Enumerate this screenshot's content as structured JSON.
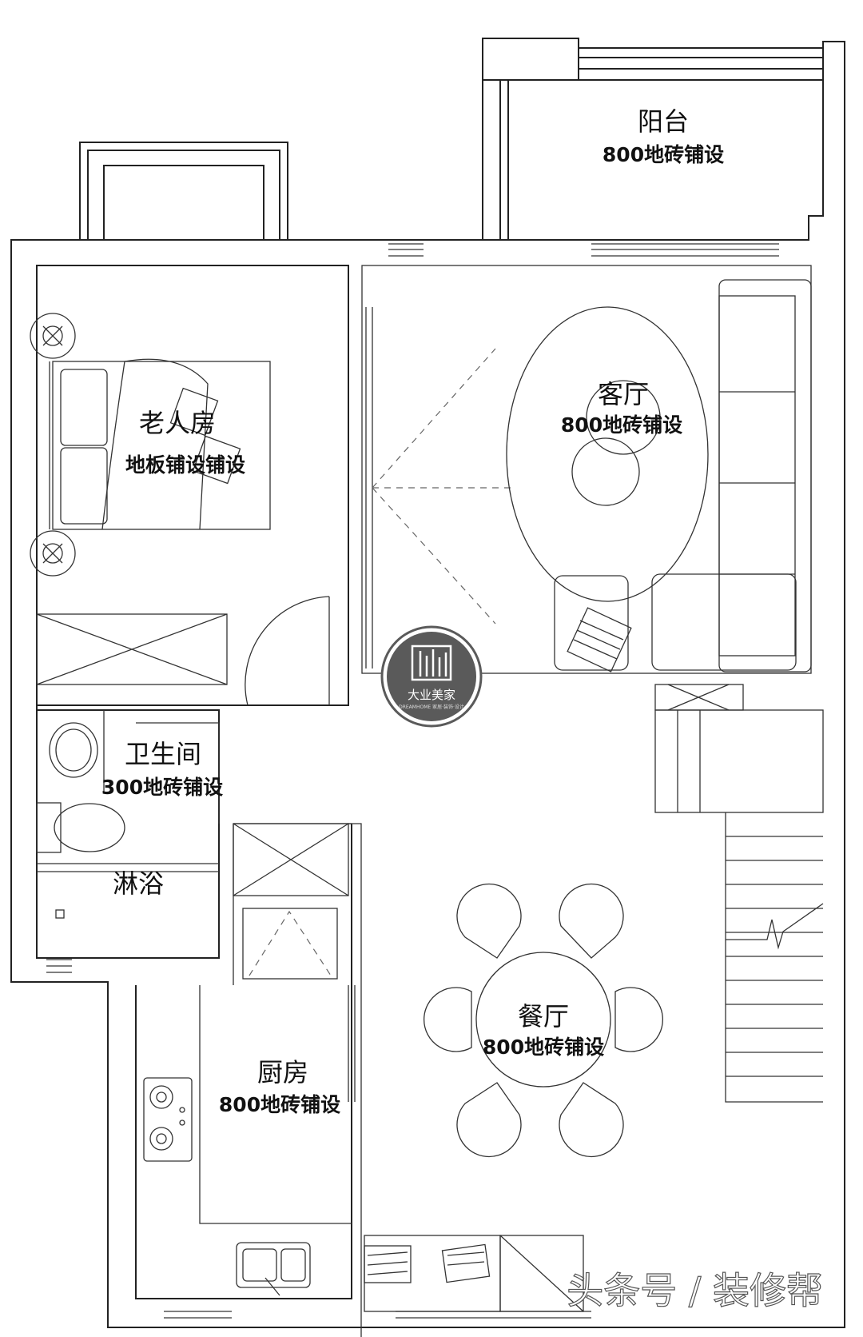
{
  "rooms": {
    "balcony": {
      "name": "阳台",
      "floor": "800地砖铺设"
    },
    "elder_room": {
      "name": "老人房",
      "floor": "地板铺设铺设"
    },
    "living_room": {
      "name": "客厅",
      "floor": "800地砖铺设"
    },
    "bathroom": {
      "name": "卫生间",
      "floor": "300地砖铺设"
    },
    "shower": {
      "name": "淋浴"
    },
    "dining_room": {
      "name": "餐厅",
      "floor": "800地砖铺设"
    },
    "kitchen": {
      "name": "厨房",
      "floor": "800地砖铺设"
    }
  },
  "logo": {
    "title": "大业美家",
    "subtitle": "DREAMHOME 家居·装饰·设计",
    "icon": "building-bars-icon"
  },
  "watermark": {
    "text": "头条号 / 装修帮"
  },
  "colors": {
    "line": "#222222",
    "logo_bg": "#5a5a5a",
    "background": "#ffffff"
  }
}
